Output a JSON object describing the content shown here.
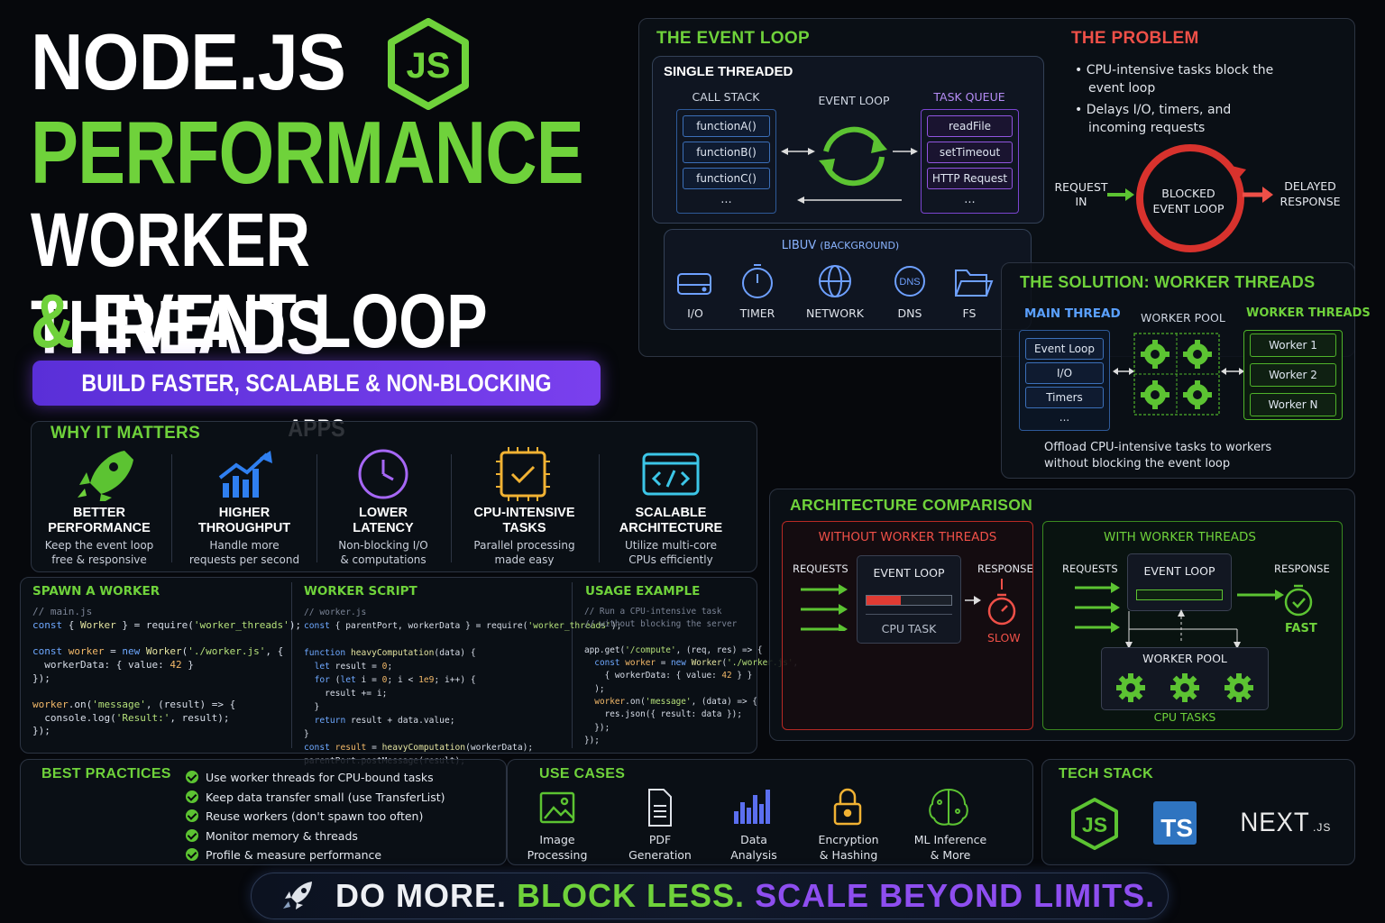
{
  "title": {
    "line1": "NODE.JS",
    "line2": "PERFORMANCE",
    "line3": "WORKER THREADS",
    "line4_amp": "&",
    "line4": "EVENT LOOP"
  },
  "banner": "BUILD FASTER, SCALABLE & NON-BLOCKING APPS",
  "event_loop": {
    "heading": "THE EVENT LOOP",
    "single": "SINGLE THREADED",
    "call_stack_label": "CALL STACK",
    "call_stack": [
      "functionA()",
      "functionB()",
      "functionC()",
      "..."
    ],
    "loop_label": "EVENT LOOP",
    "task_queue_label": "TASK QUEUE",
    "task_queue": [
      "readFile",
      "setTimeout",
      "HTTP Request",
      "..."
    ],
    "libuv_label": "LIBUV",
    "libuv_sub": "(BACKGROUND)",
    "libuv_items": [
      "I/O",
      "TIMER",
      "NETWORK",
      "DNS",
      "FS"
    ],
    "dns_glyph": "DNS"
  },
  "problem": {
    "heading": "THE PROBLEM",
    "bullets": [
      "CPU-intensive tasks block the",
      "event loop",
      "Delays I/O, timers, and",
      "incoming requests"
    ],
    "request": [
      "REQUEST",
      "IN"
    ],
    "blocked": [
      "BLOCKED",
      "EVENT LOOP"
    ],
    "delayed": [
      "DELAYED",
      "RESPONSE"
    ]
  },
  "solution": {
    "heading": "THE SOLUTION: WORKER THREADS",
    "main_label": "MAIN THREAD",
    "main_items": [
      "Event Loop",
      "I/O",
      "Timers",
      "..."
    ],
    "pool_label": "WORKER POOL",
    "workers_label": "WORKER THREADS",
    "workers": [
      "Worker 1",
      "Worker 2",
      "Worker N"
    ],
    "note1": "Offload CPU-intensive tasks to workers",
    "note2": "without blocking the event loop"
  },
  "why": {
    "heading": "WHY IT MATTERS",
    "items": [
      {
        "t1": "BETTER",
        "t2": "PERFORMANCE",
        "d1": "Keep the event loop",
        "d2": "free & responsive",
        "icon": "rocket-icon"
      },
      {
        "t1": "HIGHER",
        "t2": "THROUGHPUT",
        "d1": "Handle more",
        "d2": "requests per second",
        "icon": "growth-chart-icon"
      },
      {
        "t1": "LOWER",
        "t2": "LATENCY",
        "d1": "Non-blocking I/O",
        "d2": "& computations",
        "icon": "clock-icon"
      },
      {
        "t1": "CPU-INTENSIVE",
        "t2": "TASKS",
        "d1": "Parallel processing",
        "d2": "made easy",
        "icon": "cpu-chip-icon"
      },
      {
        "t1": "SCALABLE",
        "t2": "ARCHITECTURE",
        "d1": "Utilize multi-core",
        "d2": "CPUs efficiently",
        "icon": "code-window-icon"
      }
    ]
  },
  "code": {
    "spawn_heading": "SPAWN A WORKER",
    "script_heading": "WORKER SCRIPT",
    "usage_heading": "USAGE EXAMPLE"
  },
  "arch": {
    "heading": "ARCHITECTURE COMPARISON",
    "without": "WITHOUT WORKER THREADS",
    "with": "WITH WORKER THREADS",
    "requests": "REQUESTS",
    "event_loop": "EVENT LOOP",
    "cpu_task": "CPU TASK",
    "response": "RESPONSE",
    "slow": "SLOW",
    "fast": "FAST",
    "worker_pool": "WORKER POOL",
    "cpu_tasks": "CPU TASKS"
  },
  "best": {
    "heading": "BEST PRACTICES",
    "items": [
      "Use worker threads for CPU-bound tasks",
      "Keep data transfer small (use TransferList)",
      "Reuse workers (don't spawn too often)",
      "Monitor memory & threads",
      "Profile & measure performance"
    ]
  },
  "uses": {
    "heading": "USE CASES",
    "items": [
      {
        "l1": "Image",
        "l2": "Processing"
      },
      {
        "l1": "PDF",
        "l2": "Generation"
      },
      {
        "l1": "Data",
        "l2": "Analysis"
      },
      {
        "l1": "Encryption",
        "l2": "& Hashing"
      },
      {
        "l1": "ML Inference",
        "l2": "& More"
      }
    ]
  },
  "tech": {
    "heading": "TECH STACK",
    "js": "JS",
    "ts": "TS",
    "next": "NEXT",
    "next_sub": ".JS"
  },
  "footer": {
    "a": "DO MORE.",
    "b": "BLOCK LESS.",
    "c": "SCALE BEYOND LIMITS."
  },
  "colors": {
    "green": "#6fd23b",
    "purple": "#8e4ef0",
    "red": "#ef5048",
    "blue": "#3b6fb8"
  }
}
